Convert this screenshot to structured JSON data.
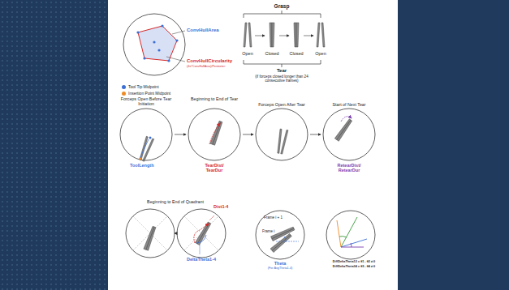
{
  "diagram": {
    "labels": [
      "ConvHullArea",
      "ConvHullCircularity",
      "(4π*ConvHullArea)/Perimeter²",
      "Grasp",
      "Open",
      "Closed",
      "Closed",
      "Open",
      "Tear",
      "(if forceps closed longer than 24 consecutive frames)",
      "Forceps Open Before Tear Initiation",
      "Beginning to End of Tear",
      "Forceps Open After Tear",
      "Start of Next Tear",
      "ToolLength",
      "TearDist/ TearDur",
      "RetearDist/ RetearDur",
      "Beginning to End of Quadrant",
      "Dist1-4",
      "DeltaTheta1-4",
      "Frame i + 1",
      "Frame i",
      "Theta",
      "(For AvgTheta1-4)",
      "DiffDeltaTheta12 = θ1 - θ2 ≠ 0",
      "DiffDeltaTheta34 = θ3 - θ4 ≠ 0"
    ],
    "legend": [
      {
        "text": "Tool Tip Midpoint",
        "color": "#3b6fd6"
      },
      {
        "text": "Insertion Point Midpoint",
        "color": "#f08a24"
      }
    ]
  }
}
